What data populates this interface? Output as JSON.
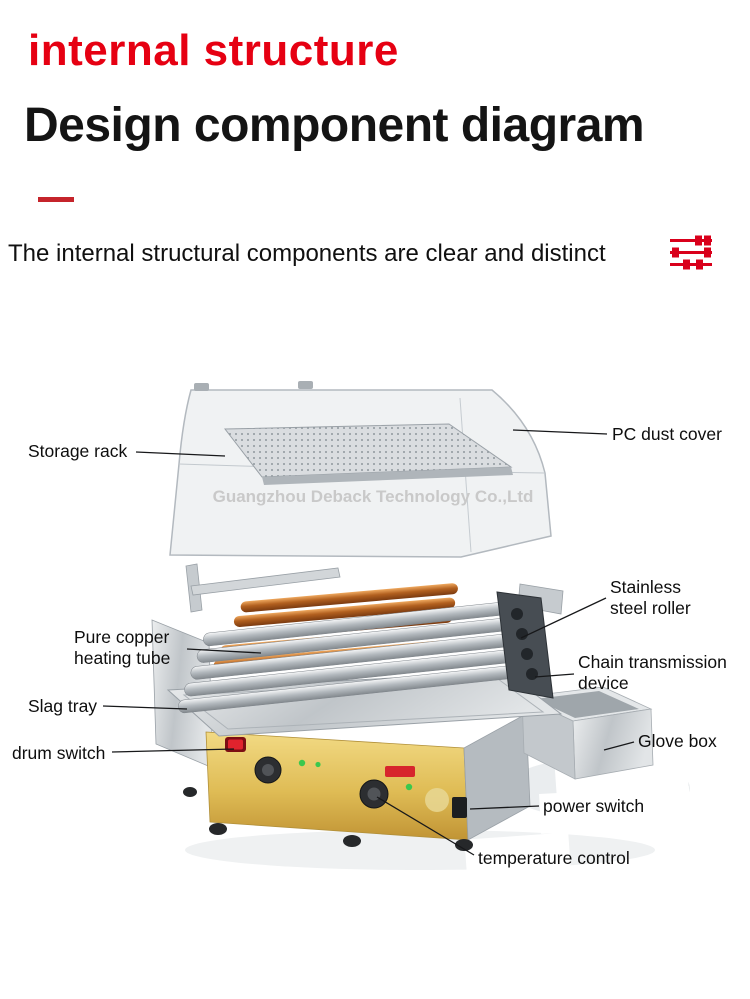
{
  "header": {
    "red_title": "internal structure",
    "main_title": "Design component diagram",
    "subtitle": "The internal structural components are clear and distinct"
  },
  "watermark": "Guangzhou Deback Technology Co.,Ltd",
  "labels": {
    "storage_rack": "Storage rack",
    "pc_dust_cover": "PC dust cover",
    "stainless_steel_roller": "Stainless\nsteel roller",
    "pure_copper_heating_tube": "Pure copper\nheating tube",
    "chain_transmission_device": "Chain transmission\ndevice",
    "slag_tray": "Slag tray",
    "glove_box": "Glove box",
    "drum_switch": "drum switch",
    "power_switch": "power switch",
    "temperature_control": "temperature control"
  },
  "icons": {
    "adjust_sliders": "adjust-sliders-icon"
  },
  "colors": {
    "accent_red": "#e60012",
    "divider_red": "#c5242b",
    "icon_red": "#d9001b",
    "text": "#111111",
    "watermark_gray": "#c9c9c9",
    "panel_gold": "#dfbc55",
    "copper": "#b2601f",
    "stainless": "#b3b9be"
  }
}
